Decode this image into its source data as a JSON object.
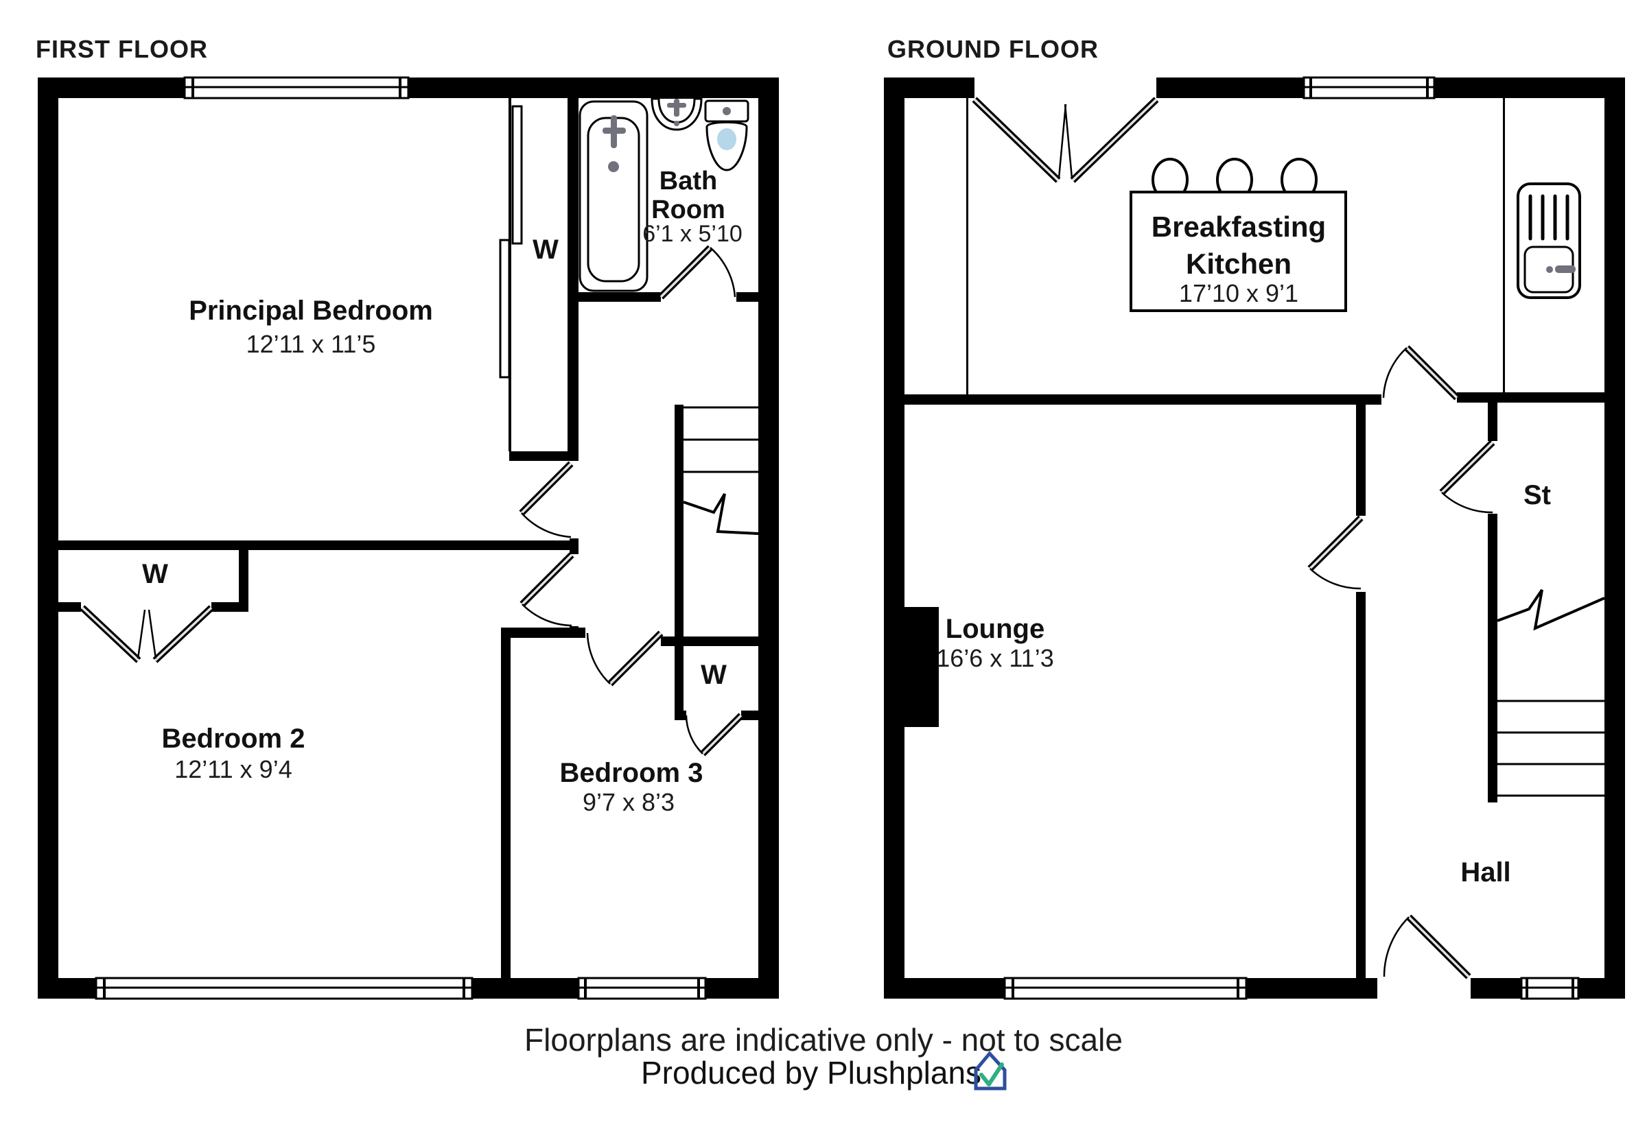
{
  "titles": {
    "first_floor": "FIRST FLOOR",
    "ground_floor": "GROUND FLOOR"
  },
  "first_floor": {
    "principal_bedroom": {
      "name": "Principal Bedroom",
      "dims": "12’11 x 11’5"
    },
    "bedroom_2": {
      "name": "Bedroom 2",
      "dims": "12’11 x 9’4"
    },
    "bedroom_3": {
      "name": "Bedroom 3",
      "dims": "9’7 x 8’3"
    },
    "bathroom": {
      "name_line_1": "Bath",
      "name_line_2": "Room",
      "dims": "6’1 x 5’10"
    },
    "wardrobe_label": "W"
  },
  "ground_floor": {
    "breakfasting_kitchen": {
      "name_line_1": "Breakfasting",
      "name_line_2": "Kitchen",
      "dims": "17’10 x 9’1"
    },
    "lounge": {
      "name": "Lounge",
      "dims": "16’6 x 11’3"
    },
    "storage_label": "St",
    "hall_label": "Hall"
  },
  "footer": {
    "disclaimer": "Floorplans are indicative only - not to scale",
    "credit": "Produced by Plushplans"
  },
  "colors": {
    "wall": "#000000",
    "text": "#1a1a1a",
    "credit_blue": "#3c67b1",
    "logo_green": "#2fae82",
    "toilet_water": "#b5d7e9",
    "fixture_gray": "#71717c"
  }
}
